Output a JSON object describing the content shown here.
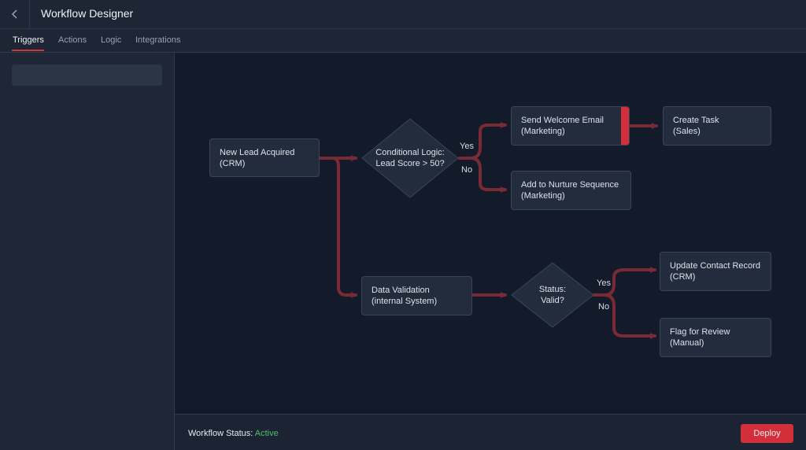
{
  "header": {
    "title": "Workflow Designer",
    "back_icon": "chevron-left-icon"
  },
  "tabs": [
    {
      "label": "Triggers",
      "active": true
    },
    {
      "label": "Actions",
      "active": false
    },
    {
      "label": "Logic",
      "active": false
    },
    {
      "label": "Integrations",
      "active": false
    }
  ],
  "sidebar": {
    "search_value": ""
  },
  "workflow": {
    "nodes": {
      "new_lead": [
        "New Lead Acquired",
        "(CRM)"
      ],
      "send_email": [
        "Send Welcome Email",
        "(Marketing)"
      ],
      "create_task": [
        "Create Task",
        "(Sales)"
      ],
      "nurture": [
        "Add to Nurture Sequence",
        "(Marketing)"
      ],
      "data_validation": [
        "Data Validation",
        "(internal System)"
      ],
      "update_contact": [
        "Update Contact Record",
        "(CRM)"
      ],
      "flag_review": [
        "Flag for Review",
        "(Manual)"
      ]
    },
    "decisions": {
      "lead_score": [
        "Conditional Logic:",
        "Lead Score > 50?"
      ],
      "status_valid": [
        "Status:",
        "Valid?"
      ]
    },
    "branch_labels": {
      "lead_yes": "Yes",
      "lead_no": "No",
      "status_yes": "Yes",
      "status_no": "No"
    }
  },
  "footer": {
    "status_label": "Workflow Status:",
    "status_value": "Active",
    "deploy_label": "Deploy"
  },
  "colors": {
    "accent": "#d32f3b",
    "connector": "#7a2a35",
    "status_active": "#4fbf6f",
    "canvas_bg": "#131a29"
  }
}
